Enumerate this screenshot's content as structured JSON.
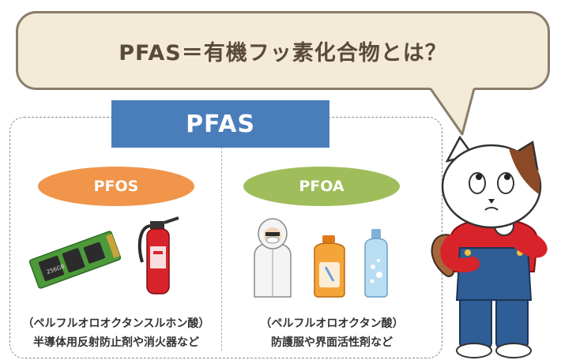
{
  "speech": {
    "title": "PFAS＝有機フッ素化合物とは？"
  },
  "header": {
    "label": "PFAS"
  },
  "left": {
    "pill": "PFOS",
    "ssd_label": "256GB",
    "line1": "（ペルフルオロオクタンスルホン酸）",
    "line2": "半導体用反射防止剤や消火器など"
  },
  "right": {
    "pill": "PFOA",
    "line1": "（ペルフルオロオクタン酸）",
    "line2": "防護服や界面活性剤など"
  },
  "colors": {
    "bubble_fill": "#f3ead7",
    "bubble_border": "#8b7d6b",
    "header_blue": "#4a7ebb",
    "pfos_orange": "#f0954a",
    "pfoa_green": "#9fbd5a"
  }
}
